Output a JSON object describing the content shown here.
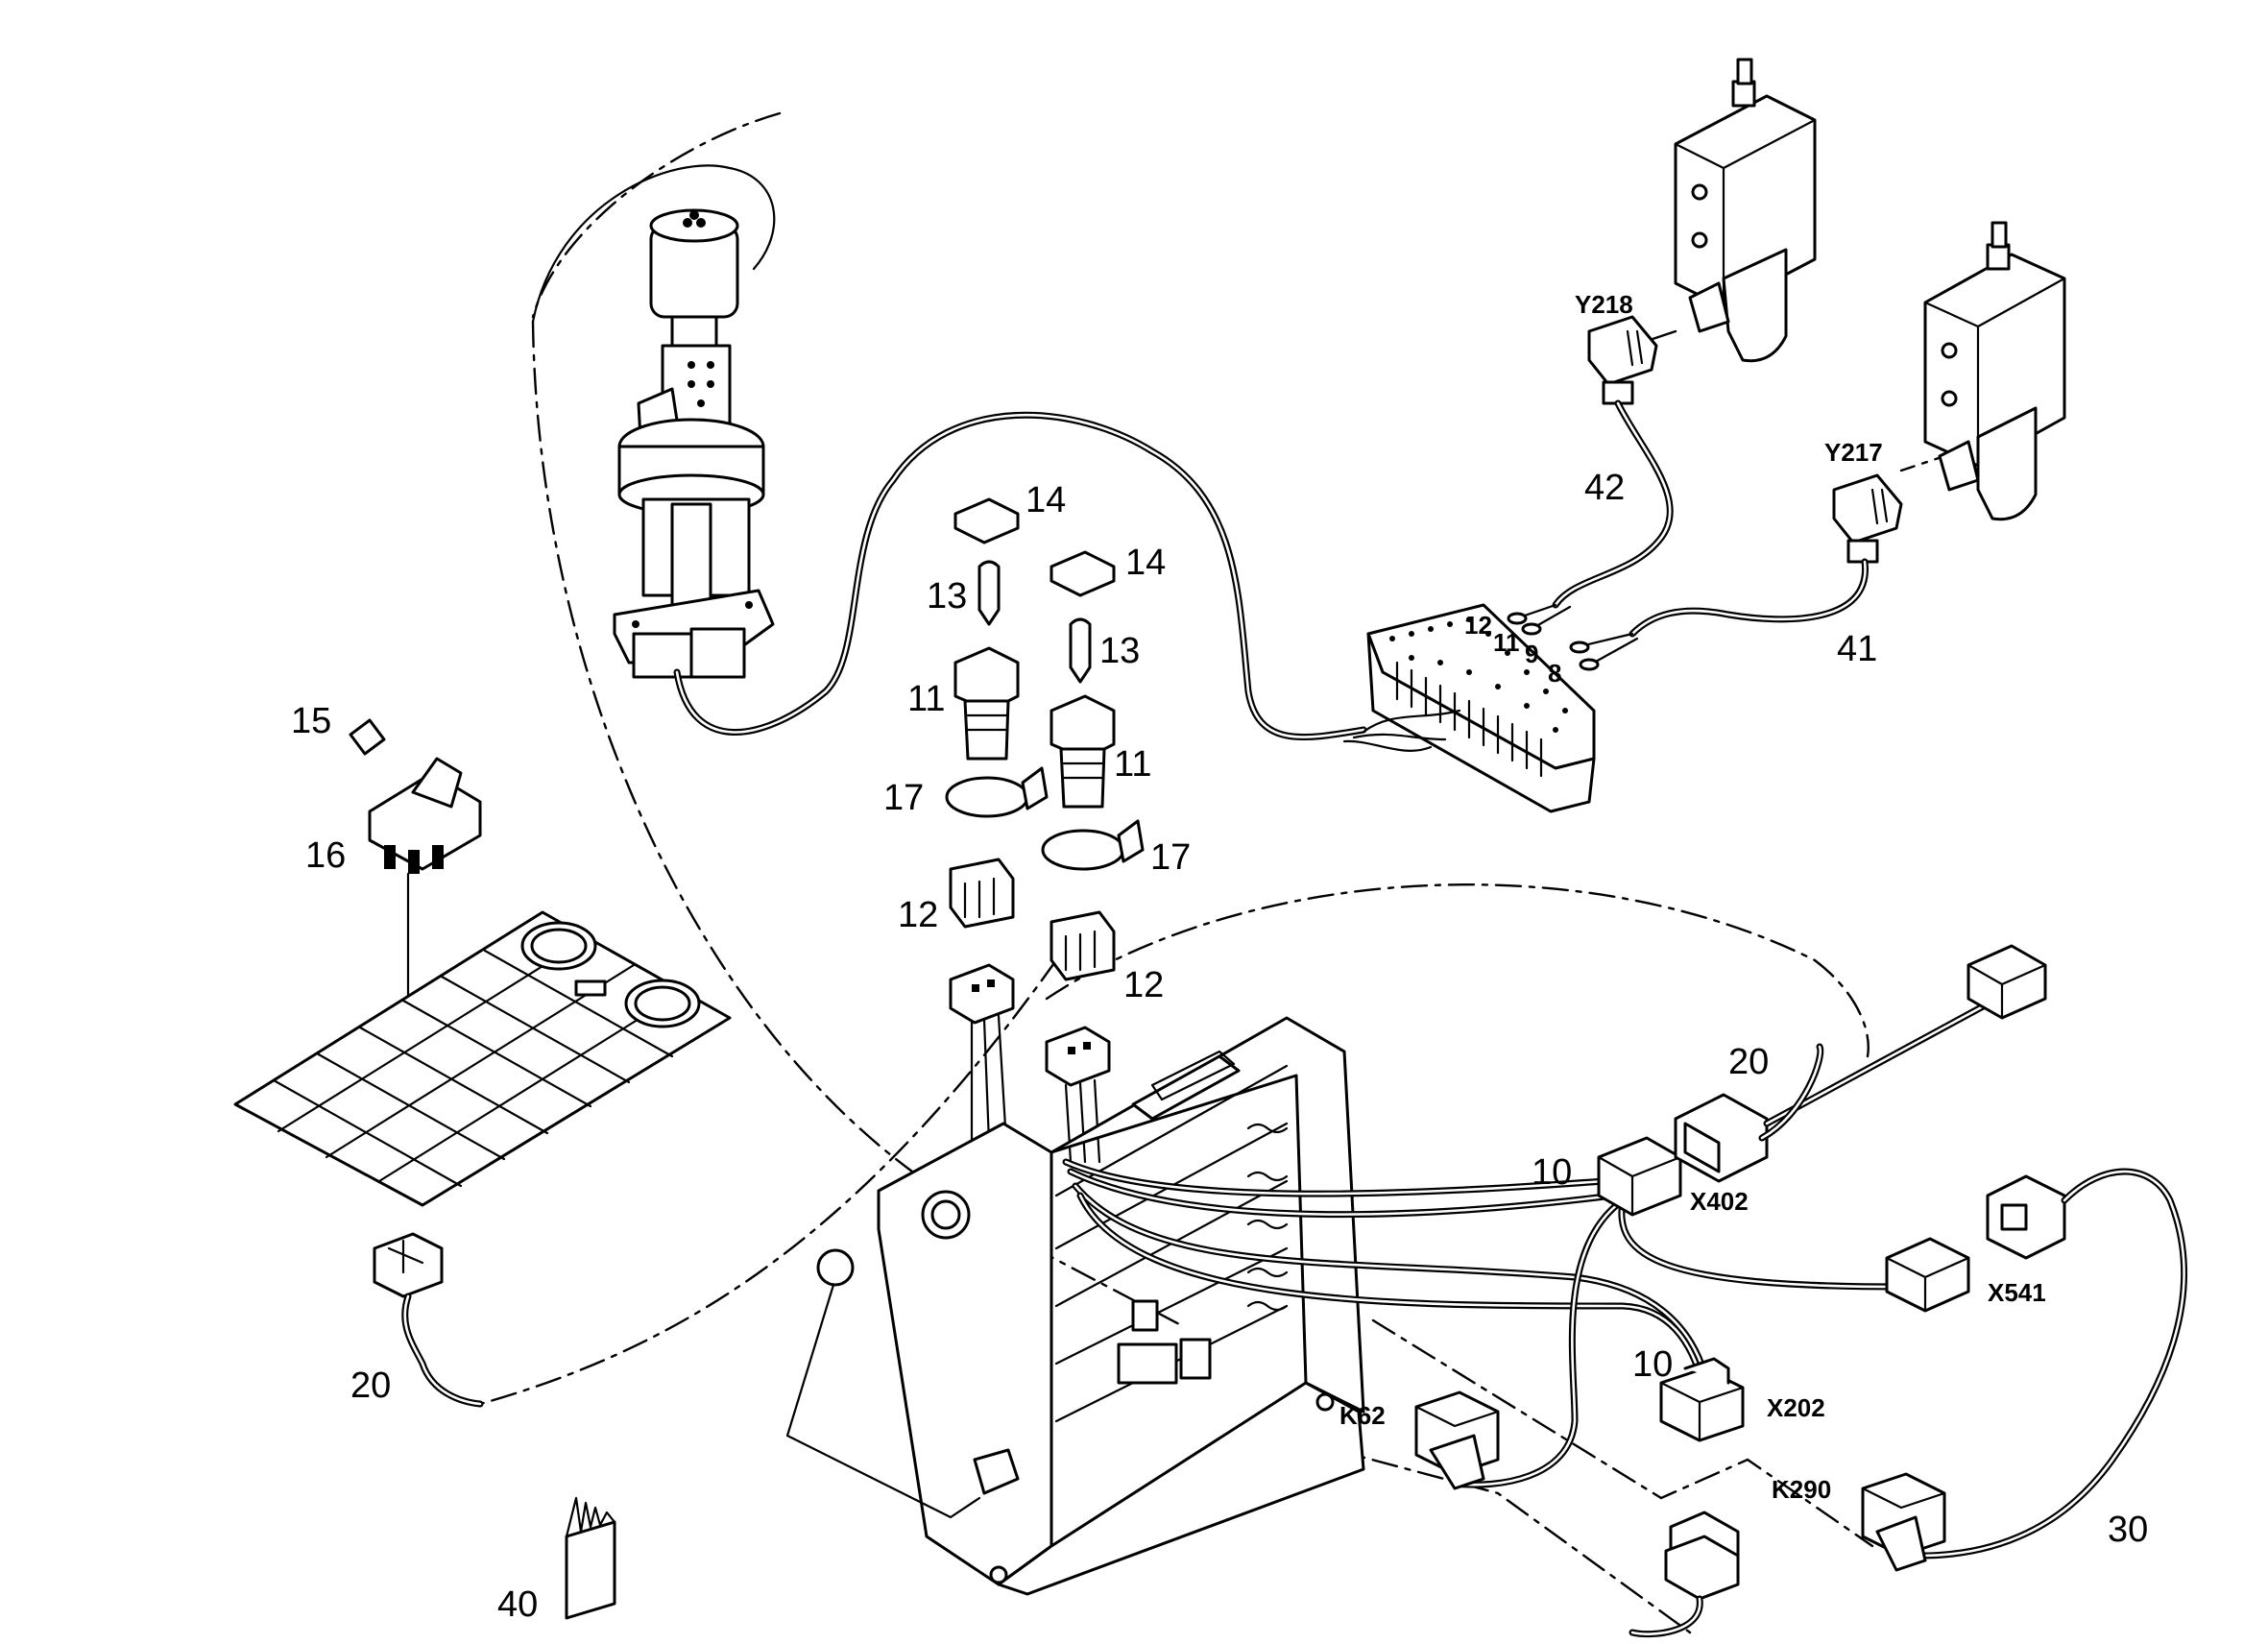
{
  "callouts": {
    "c14a": "14",
    "c14b": "14",
    "c13a": "13",
    "c13b": "13",
    "c11a": "11",
    "c11b": "11",
    "c17a": "17",
    "c17b": "17",
    "c12a": "12",
    "c12b": "12",
    "c15": "15",
    "c16": "16",
    "c20a": "20",
    "c20b": "20",
    "c10a": "10",
    "c10b": "10",
    "c42": "42",
    "c41": "41",
    "c30": "30",
    "c40": "40",
    "pin12": "12",
    "pin11": "11",
    "pin9": "9",
    "pin8": "8"
  },
  "connectors": {
    "y218": "Y218",
    "y217": "Y217",
    "x402": "X402",
    "x541": "X541",
    "x202": "X202",
    "k62": "K62",
    "k290": "K290"
  }
}
